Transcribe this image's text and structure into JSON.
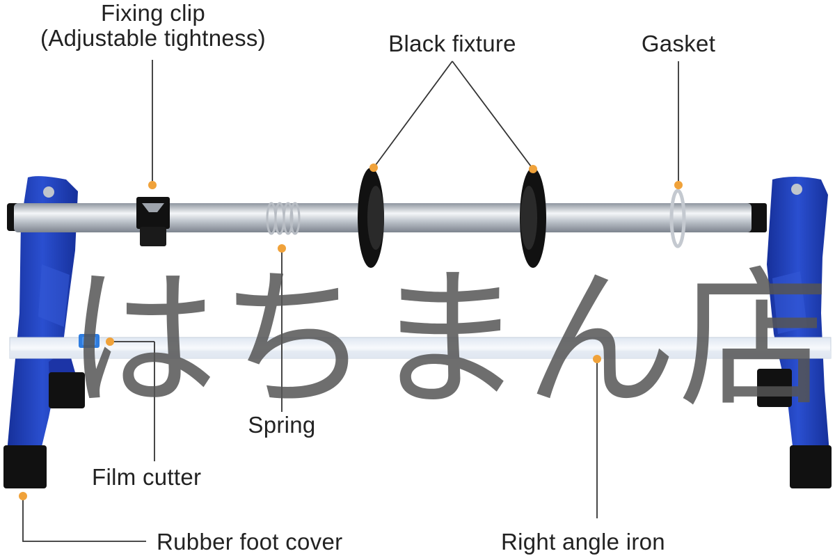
{
  "labels": {
    "fixing_clip": "Fixing clip",
    "fixing_clip_note": "(Adjustable tightness)",
    "black_fixture": "Black fixture",
    "gasket": "Gasket",
    "spring": "Spring",
    "film_cutter": "Film cutter",
    "rubber_foot_cover": "Rubber foot cover",
    "right_angle_iron": "Right angle iron"
  },
  "watermark": "はちまん店",
  "colors": {
    "frame_blue": "#1f3fb8",
    "marker_orange": "#f0a23a",
    "rod_silver": "#c9ced6",
    "rubber_black": "#111111",
    "cutter_blue": "#2f7de0",
    "leader_line": "#333333"
  }
}
